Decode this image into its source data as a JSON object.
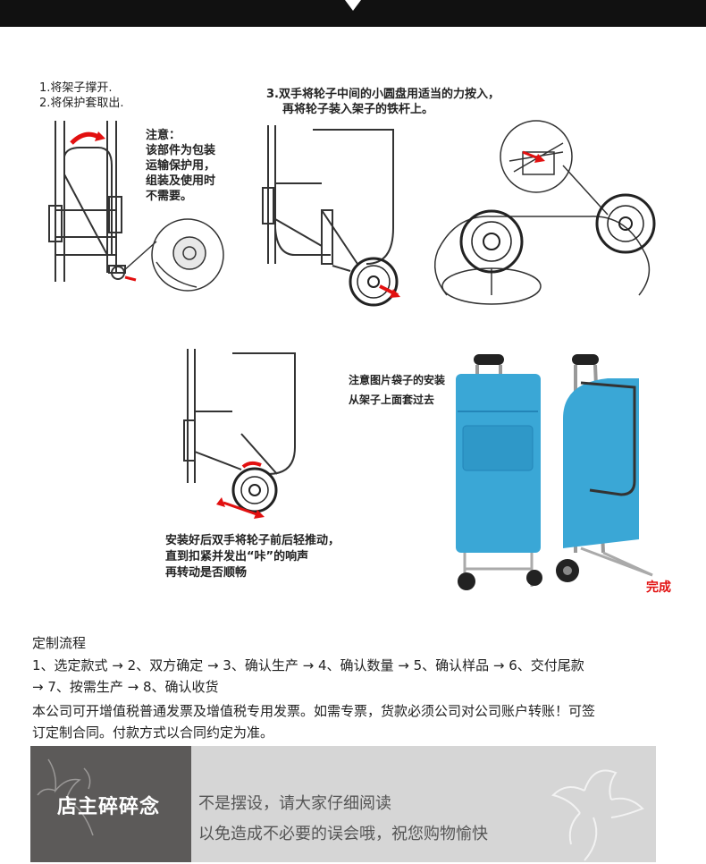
{
  "steps": {
    "step1_line1": "1.将架子撑开.",
    "step1_line2": "2.将保护套取出.",
    "note": "注意：\n该部件为包装\n运输保护用，\n组装及使用时\n不需要。",
    "step3_line1": "3.双手将轮子中间的小圆盘用适当的力按入，",
    "step3_line2": "再将轮子装入架子的铁杆上。",
    "bag_note": "注意图片袋子的安装\n从架子上面套过去",
    "push_note": "安装好后双手将轮子前后轻推动，\n直到扣紧并发出“咔”的响声\n再转动是否顺畅",
    "done": "完成"
  },
  "process": {
    "title": "定制流程",
    "line1": "1、选定款式 → 2、双方确定 → 3、确认生产 → 4、确认数量 → 5、确认样品 → 6、交付尾款",
    "line2": "→ 7、按需生产 → 8、确认收货",
    "invoice1": "本公司可开增值税普通发票及增值税专用发票。如需专票，货款必须公司对公司账户转账！可签",
    "invoice2": "订定制合同。付款方式以合同约定为准。"
  },
  "banner": {
    "title": "店主碎碎念",
    "line1": "不是摆设，请大家仔细阅读",
    "line2": "以免造成不必要的误会哦，祝您购物愉快"
  },
  "colors": {
    "bag": "#3aa7d6",
    "bag_dark": "#2385b8",
    "accent_red": "#e21010",
    "banner_left": "#5c5a59",
    "banner_bg": "#d6d6d6"
  }
}
